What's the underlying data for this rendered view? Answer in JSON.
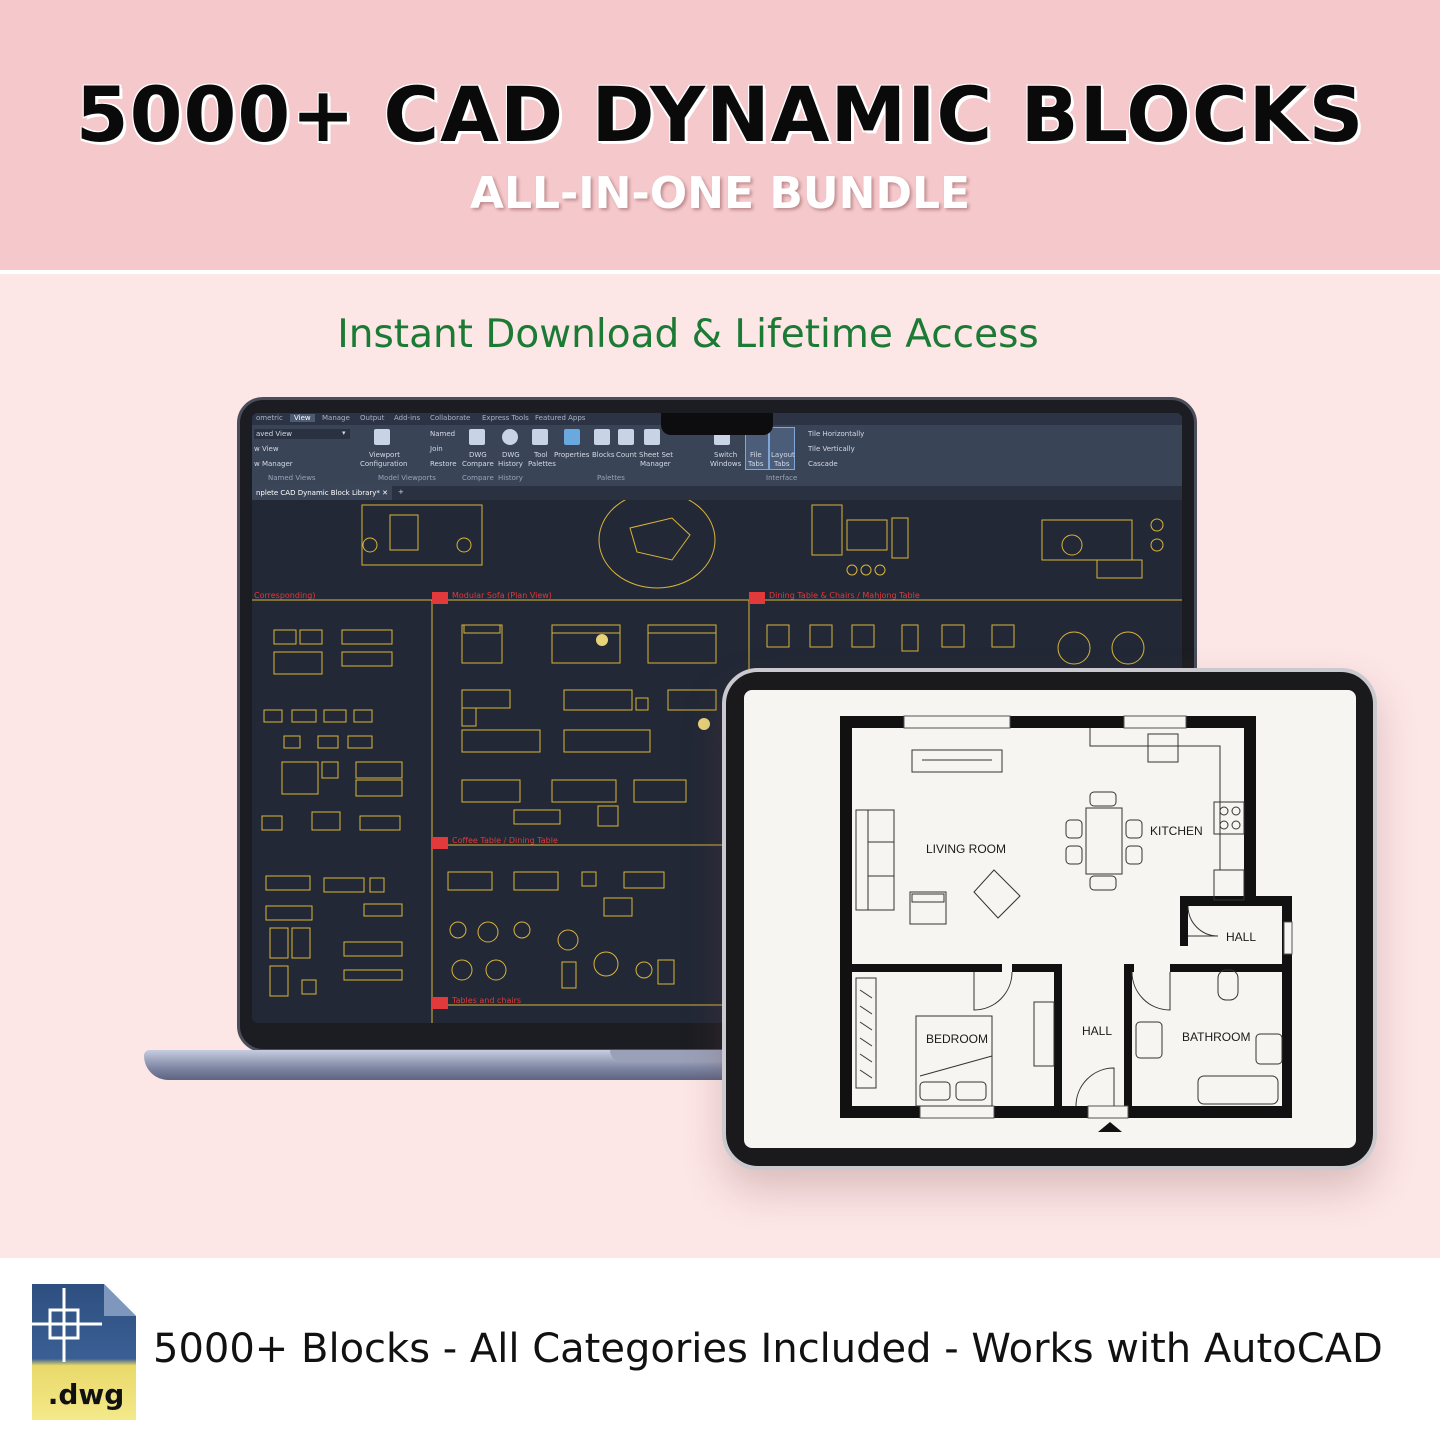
{
  "header": {
    "title": "5000+ CAD DYNAMIC BLOCKS",
    "subtitle": "ALL-IN-ONE BUNDLE"
  },
  "tagline": "Instant Download & Lifetime Access",
  "cad": {
    "tabs": [
      "ometric",
      "View",
      "Manage",
      "Output",
      "Add-ins",
      "Collaborate",
      "Express Tools",
      "Featured Apps"
    ],
    "active_tab": "View",
    "saved_view": "aved View",
    "named_views": [
      "w View",
      "w Manager"
    ],
    "viewport_config": "Viewport",
    "viewport_config2": "Configuration",
    "viewport_items": [
      "Named",
      "Join",
      "Restore"
    ],
    "compare": [
      "DWG",
      "Compare"
    ],
    "history": [
      "DWG",
      "History"
    ],
    "palettes": [
      "Tool",
      "Palettes",
      "Properties",
      "Blocks",
      "Count",
      "Sheet Set",
      "Manager"
    ],
    "interface": [
      "Switch",
      "Windows",
      "File",
      "Tabs",
      "Layout",
      "Tabs"
    ],
    "tile_items": [
      "Tile Horizontally",
      "Tile Vertically",
      "Cascade"
    ],
    "groups": [
      "Named Views",
      "Model Viewports",
      "Compare",
      "History",
      "Palettes",
      "Interface"
    ],
    "doc_tab": "nplete CAD Dynamic Block Library*",
    "sections": [
      "Corresponding)",
      "Modular Sofa (Plan View)",
      "Dining Table & Chairs / Mahjong Table",
      "Coffee Table / Dining Table",
      "Tables and chairs"
    ]
  },
  "floorplan": {
    "rooms": [
      "LIVING ROOM",
      "KITCHEN",
      "HALL",
      "BEDROOM",
      "HALL",
      "BATHROOM"
    ]
  },
  "footer": {
    "file_ext": ".dwg",
    "text": "5000+ Blocks - All Categories Included - Works with AutoCAD"
  },
  "colors": {
    "header_bg": "#f5c9cc",
    "page_bg": "#fde6e6",
    "tagline": "#1b7a34",
    "cad_bg": "#222836",
    "cad_lines": "#d9b43a"
  }
}
